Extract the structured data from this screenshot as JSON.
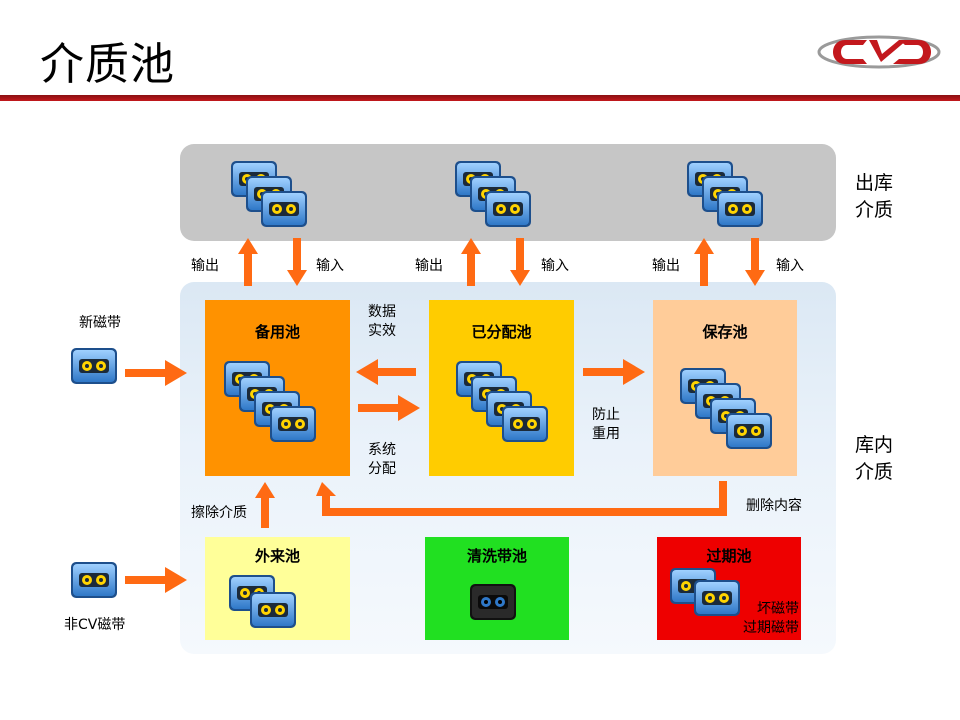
{
  "page": {
    "title": "介质池"
  },
  "regions": {
    "outbound_label_1": "出库",
    "outbound_label_2": "介质",
    "library_label_1": "库内",
    "library_label_2": "介质"
  },
  "flows": {
    "out_1": "输出",
    "in_1": "输入",
    "out_2": "输出",
    "in_2": "输入",
    "out_3": "输出",
    "in_3": "输入",
    "new_tape": "新磁带",
    "non_cv_tape": "非CV磁带",
    "data_expired_1": "数据",
    "data_expired_2": "实效",
    "system_assign_1": "系统",
    "system_assign_2": "分配",
    "prevent_reuse_1": "防止",
    "prevent_reuse_2": "重用",
    "erase_media": "擦除介质",
    "delete_content": "删除内容"
  },
  "pools": {
    "backup": "备用池",
    "assigned": "已分配池",
    "retain": "保存池",
    "foreign": "外来池",
    "cleaning": "清洗带池",
    "expired": "过期池",
    "expired_note_1": "坏磁带",
    "expired_note_2": "过期磁带"
  },
  "colors": {
    "arrow": "#ff6a13",
    "rule": "#b3151a",
    "backup_pool": "#ff9200",
    "assigned_pool": "#ffcc00",
    "retain_pool": "#ffcc99",
    "foreign_pool": "#ffff99",
    "cleaning_pool": "#21e021",
    "expired_pool": "#ee0000",
    "tape_blue": "#3f8fd6"
  },
  "icons": [
    "tape-cartridge-icon",
    "cv-logo"
  ]
}
